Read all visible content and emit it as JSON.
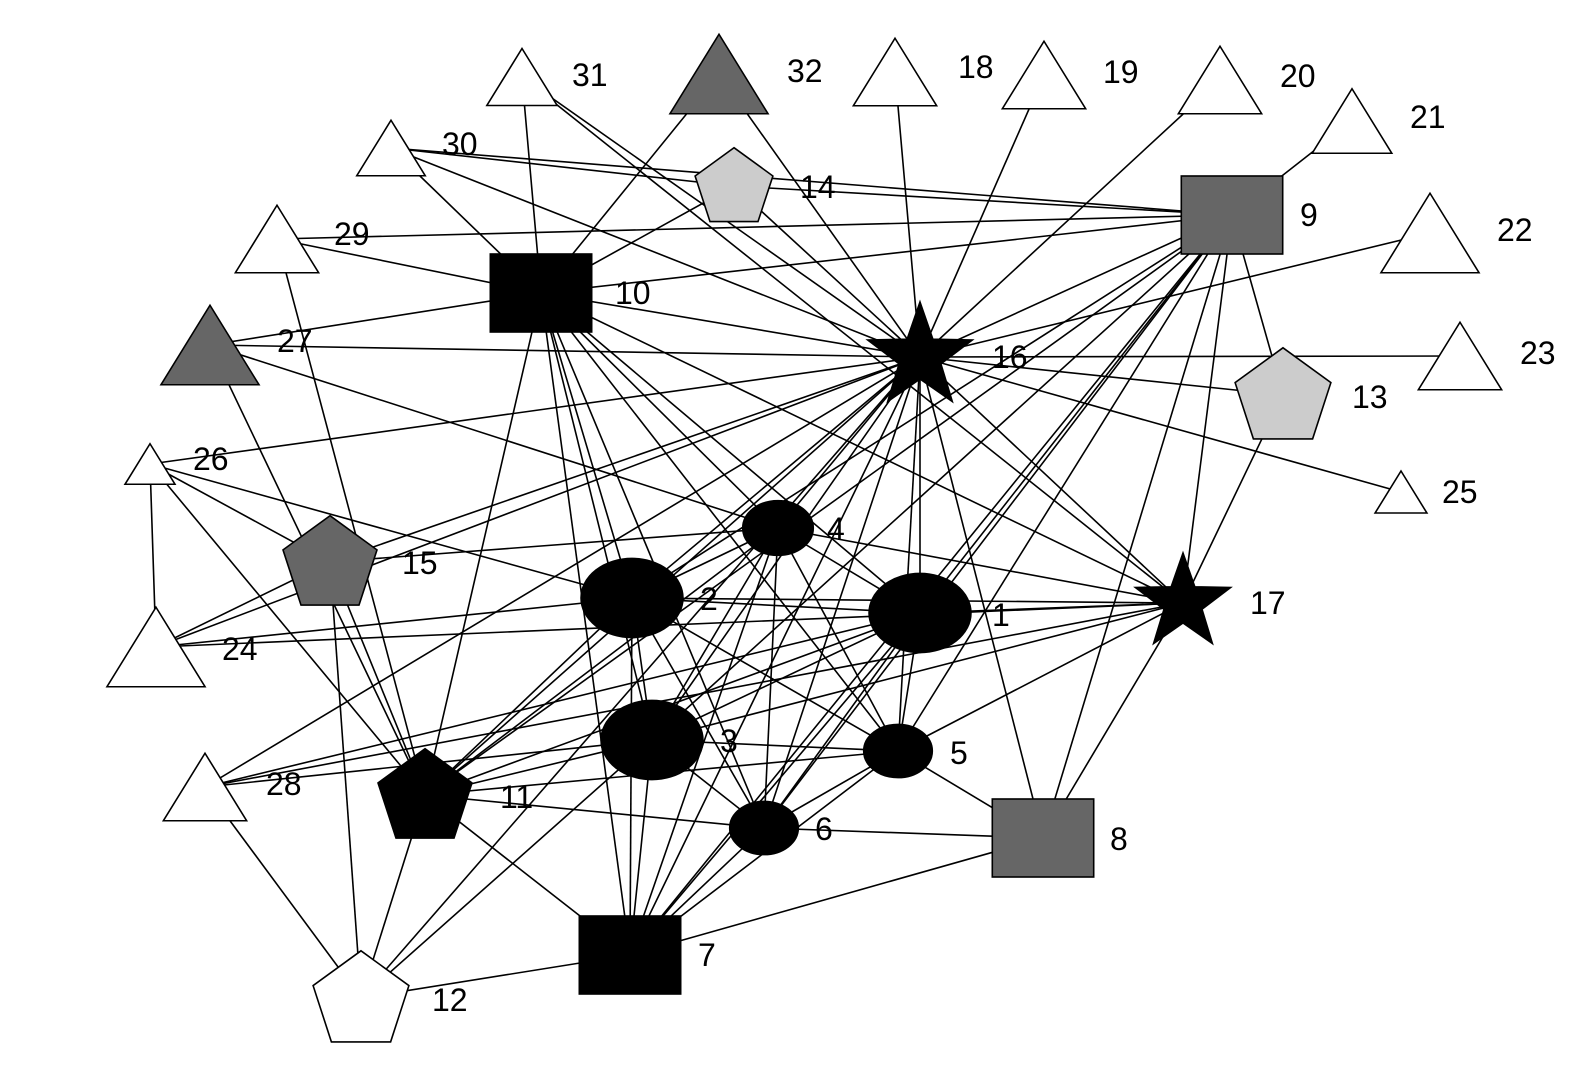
{
  "colors": {
    "black": "#000000",
    "dark_gray": "#666666",
    "light_gray": "#cccccc",
    "white": "#ffffff"
  },
  "nodes": [
    {
      "id": "1",
      "label": "1",
      "shape": "circle",
      "fill": "black"
    },
    {
      "id": "2",
      "label": "2",
      "shape": "circle",
      "fill": "black"
    },
    {
      "id": "3",
      "label": "3",
      "shape": "circle",
      "fill": "black"
    },
    {
      "id": "4",
      "label": "4",
      "shape": "circle",
      "fill": "black"
    },
    {
      "id": "5",
      "label": "5",
      "shape": "circle",
      "fill": "black"
    },
    {
      "id": "6",
      "label": "6",
      "shape": "circle",
      "fill": "black"
    },
    {
      "id": "7",
      "label": "7",
      "shape": "square",
      "fill": "black"
    },
    {
      "id": "8",
      "label": "8",
      "shape": "square",
      "fill": "dark_gray"
    },
    {
      "id": "9",
      "label": "9",
      "shape": "square",
      "fill": "dark_gray"
    },
    {
      "id": "10",
      "label": "10",
      "shape": "square",
      "fill": "black"
    },
    {
      "id": "11",
      "label": "11",
      "shape": "pentagon",
      "fill": "black"
    },
    {
      "id": "12",
      "label": "12",
      "shape": "pentagon",
      "fill": "white"
    },
    {
      "id": "13",
      "label": "13",
      "shape": "pentagon",
      "fill": "light_gray"
    },
    {
      "id": "14",
      "label": "14",
      "shape": "pentagon",
      "fill": "light_gray"
    },
    {
      "id": "15",
      "label": "15",
      "shape": "pentagon",
      "fill": "dark_gray"
    },
    {
      "id": "16",
      "label": "16",
      "shape": "star",
      "fill": "black"
    },
    {
      "id": "17",
      "label": "17",
      "shape": "star",
      "fill": "black"
    },
    {
      "id": "18",
      "label": "18",
      "shape": "triangle",
      "fill": "white"
    },
    {
      "id": "19",
      "label": "19",
      "shape": "triangle",
      "fill": "white"
    },
    {
      "id": "20",
      "label": "20",
      "shape": "triangle",
      "fill": "white"
    },
    {
      "id": "21",
      "label": "21",
      "shape": "triangle",
      "fill": "white"
    },
    {
      "id": "22",
      "label": "22",
      "shape": "triangle",
      "fill": "white"
    },
    {
      "id": "23",
      "label": "23",
      "shape": "triangle",
      "fill": "white"
    },
    {
      "id": "24",
      "label": "24",
      "shape": "triangle",
      "fill": "white"
    },
    {
      "id": "25",
      "label": "25",
      "shape": "triangle",
      "fill": "white"
    },
    {
      "id": "26",
      "label": "26",
      "shape": "triangle",
      "fill": "white"
    },
    {
      "id": "27",
      "label": "27",
      "shape": "triangle",
      "fill": "dark_gray"
    },
    {
      "id": "28",
      "label": "28",
      "shape": "triangle",
      "fill": "white"
    },
    {
      "id": "29",
      "label": "29",
      "shape": "triangle",
      "fill": "white"
    },
    {
      "id": "30",
      "label": "30",
      "shape": "triangle",
      "fill": "white"
    },
    {
      "id": "31",
      "label": "31",
      "shape": "triangle",
      "fill": "white"
    },
    {
      "id": "32",
      "label": "32",
      "shape": "triangle",
      "fill": "dark_gray"
    }
  ],
  "edges": [
    [
      "1",
      "2"
    ],
    [
      "1",
      "3"
    ],
    [
      "1",
      "4"
    ],
    [
      "1",
      "5"
    ],
    [
      "1",
      "6"
    ],
    [
      "1",
      "7"
    ],
    [
      "1",
      "9"
    ],
    [
      "1",
      "10"
    ],
    [
      "1",
      "11"
    ],
    [
      "1",
      "16"
    ],
    [
      "1",
      "17"
    ],
    [
      "1",
      "28"
    ],
    [
      "2",
      "3"
    ],
    [
      "2",
      "4"
    ],
    [
      "2",
      "5"
    ],
    [
      "2",
      "6"
    ],
    [
      "2",
      "7"
    ],
    [
      "2",
      "9"
    ],
    [
      "2",
      "10"
    ],
    [
      "2",
      "11"
    ],
    [
      "2",
      "16"
    ],
    [
      "2",
      "17"
    ],
    [
      "2",
      "24"
    ],
    [
      "2",
      "26"
    ],
    [
      "3",
      "4"
    ],
    [
      "3",
      "5"
    ],
    [
      "3",
      "6"
    ],
    [
      "3",
      "7"
    ],
    [
      "3",
      "9"
    ],
    [
      "3",
      "10"
    ],
    [
      "3",
      "11"
    ],
    [
      "3",
      "12"
    ],
    [
      "3",
      "16"
    ],
    [
      "3",
      "17"
    ],
    [
      "3",
      "28"
    ],
    [
      "4",
      "5"
    ],
    [
      "4",
      "6"
    ],
    [
      "4",
      "7"
    ],
    [
      "4",
      "10"
    ],
    [
      "4",
      "11"
    ],
    [
      "4",
      "16"
    ],
    [
      "4",
      "17"
    ],
    [
      "4",
      "27"
    ],
    [
      "4",
      "15"
    ],
    [
      "5",
      "6"
    ],
    [
      "5",
      "7"
    ],
    [
      "5",
      "8"
    ],
    [
      "5",
      "9"
    ],
    [
      "5",
      "10"
    ],
    [
      "5",
      "11"
    ],
    [
      "5",
      "16"
    ],
    [
      "5",
      "17"
    ],
    [
      "6",
      "7"
    ],
    [
      "6",
      "8"
    ],
    [
      "6",
      "9"
    ],
    [
      "6",
      "10"
    ],
    [
      "6",
      "11"
    ],
    [
      "6",
      "16"
    ],
    [
      "7",
      "8"
    ],
    [
      "7",
      "10"
    ],
    [
      "7",
      "11"
    ],
    [
      "7",
      "12"
    ],
    [
      "7",
      "16"
    ],
    [
      "7",
      "9"
    ],
    [
      "8",
      "9"
    ],
    [
      "8",
      "16"
    ],
    [
      "8",
      "17"
    ],
    [
      "9",
      "10"
    ],
    [
      "9",
      "11"
    ],
    [
      "9",
      "13"
    ],
    [
      "9",
      "14"
    ],
    [
      "9",
      "16"
    ],
    [
      "9",
      "17"
    ],
    [
      "9",
      "21"
    ],
    [
      "9",
      "29"
    ],
    [
      "9",
      "30"
    ],
    [
      "10",
      "11"
    ],
    [
      "10",
      "14"
    ],
    [
      "10",
      "16"
    ],
    [
      "10",
      "17"
    ],
    [
      "10",
      "27"
    ],
    [
      "10",
      "29"
    ],
    [
      "10",
      "30"
    ],
    [
      "10",
      "31"
    ],
    [
      "10",
      "32"
    ],
    [
      "11",
      "12"
    ],
    [
      "11",
      "15"
    ],
    [
      "11",
      "16"
    ],
    [
      "11",
      "26"
    ],
    [
      "11",
      "29"
    ],
    [
      "11",
      "27"
    ],
    [
      "12",
      "15"
    ],
    [
      "12",
      "16"
    ],
    [
      "12",
      "28"
    ],
    [
      "13",
      "16"
    ],
    [
      "13",
      "17"
    ],
    [
      "14",
      "16"
    ],
    [
      "14",
      "30"
    ],
    [
      "15",
      "16"
    ],
    [
      "15",
      "26"
    ],
    [
      "16",
      "17"
    ],
    [
      "16",
      "18"
    ],
    [
      "16",
      "19"
    ],
    [
      "16",
      "20"
    ],
    [
      "16",
      "22"
    ],
    [
      "16",
      "23"
    ],
    [
      "16",
      "25"
    ],
    [
      "16",
      "26"
    ],
    [
      "16",
      "27"
    ],
    [
      "16",
      "28"
    ],
    [
      "16",
      "31"
    ],
    [
      "16",
      "32"
    ],
    [
      "16",
      "30"
    ],
    [
      "16",
      "24"
    ],
    [
      "17",
      "24"
    ],
    [
      "17",
      "28"
    ],
    [
      "17",
      "31"
    ],
    [
      "24",
      "26"
    ],
    [
      "24",
      "15"
    ]
  ]
}
